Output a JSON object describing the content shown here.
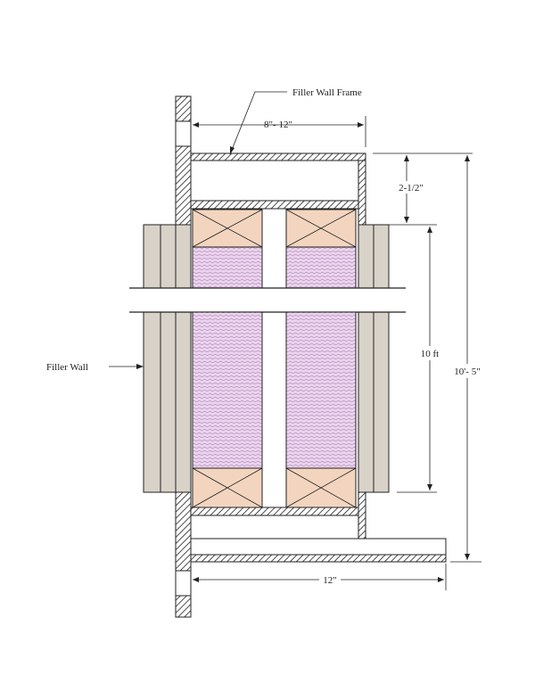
{
  "labels": {
    "filler_wall_frame": "Filler Wall Frame",
    "frame_width": "8\"- 12\"",
    "top_gap": "2-1/2\"",
    "height_10ft": "10 ft",
    "height_total": "10'- 5\"",
    "filler_wall": "Filler Wall",
    "bottom_width": "12\""
  },
  "colors": {
    "line": "#222222",
    "wood": "#f3d5bf",
    "insulation": "#ecd3ec",
    "insulation_dot": "#b18fc0",
    "panel": "#d9d2c8",
    "hatch": "#222222"
  }
}
